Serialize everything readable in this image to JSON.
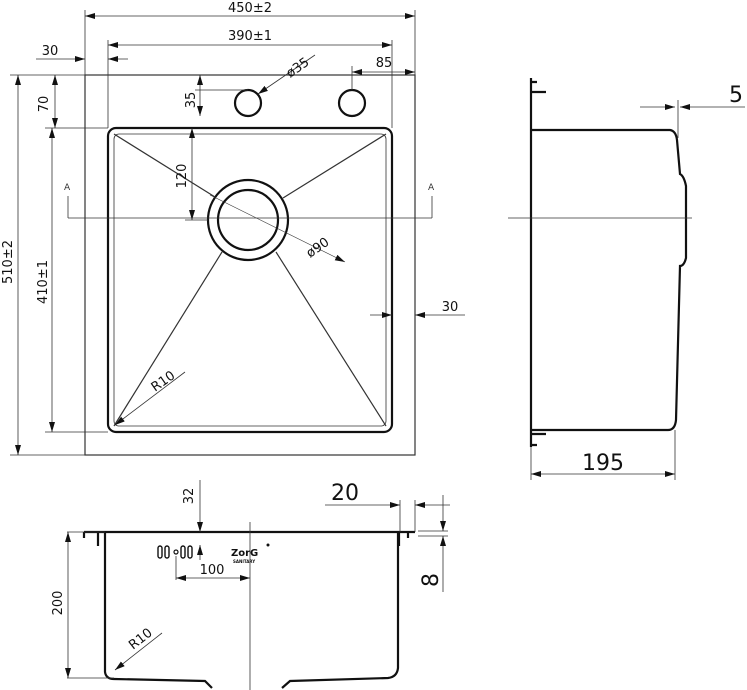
{
  "top_view": {
    "overall_width": "450±2",
    "bowl_width": "390±1",
    "flange_side": "30",
    "tap_hole_offset": "85",
    "tap_hole_diameter": "ø35",
    "tap_hole_from_edge": "35",
    "flange_back": "70",
    "drain_offset": "120",
    "overall_depth": "510±2",
    "bowl_depth": "410±1",
    "drain_diameter": "ø90",
    "flange_right": "30",
    "corner_radius": "R10",
    "section_marker_left": "A",
    "section_marker_right": "A"
  },
  "side_view": {
    "flange_offset": "5",
    "depth": "195"
  },
  "front_view": {
    "overflow_offset": "32",
    "flange_width": "20",
    "flange_thickness": "8",
    "height": "200",
    "overflow_distance": "100",
    "corner_radius": "R10",
    "brand_logo": "ZorG",
    "brand_subtitle": "SANITARY"
  }
}
